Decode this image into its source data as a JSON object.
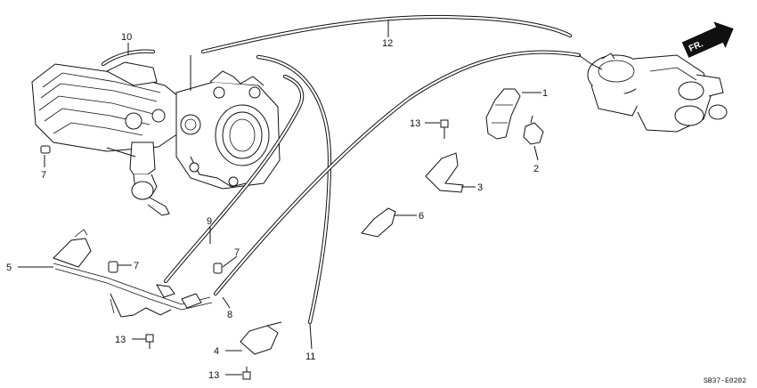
{
  "callouts": [
    {
      "id": "1",
      "text": "1"
    },
    {
      "id": "2",
      "text": "2"
    },
    {
      "id": "3",
      "text": "3"
    },
    {
      "id": "4",
      "text": "4"
    },
    {
      "id": "5",
      "text": "5"
    },
    {
      "id": "6",
      "text": "6"
    },
    {
      "id": "7a",
      "text": "7"
    },
    {
      "id": "7b",
      "text": "7"
    },
    {
      "id": "7c",
      "text": "7"
    },
    {
      "id": "8",
      "text": "8"
    },
    {
      "id": "9",
      "text": "9"
    },
    {
      "id": "10",
      "text": "10"
    },
    {
      "id": "11",
      "text": "11"
    },
    {
      "id": "12",
      "text": "12"
    },
    {
      "id": "13a",
      "text": "13"
    },
    {
      "id": "13b",
      "text": "13"
    },
    {
      "id": "13c",
      "text": "13"
    }
  ],
  "direction_label": "FR.",
  "diagram_code": "SB37-E0202"
}
